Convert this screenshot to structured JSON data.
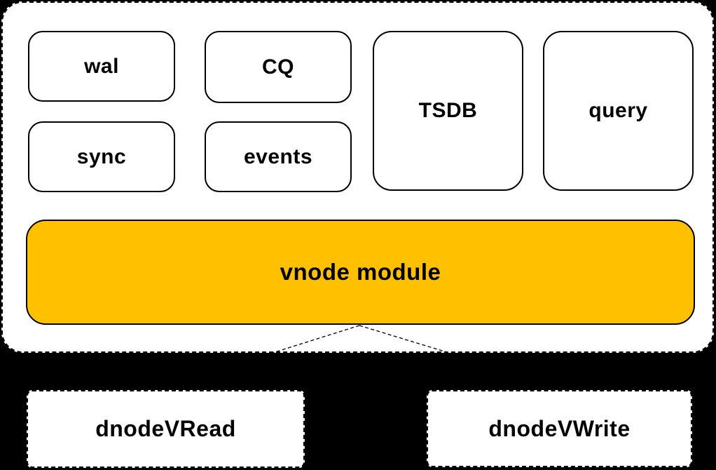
{
  "modules": [
    {
      "id": "wal",
      "label": "wal"
    },
    {
      "id": "cq",
      "label": "CQ"
    },
    {
      "id": "sync",
      "label": "sync"
    },
    {
      "id": "events",
      "label": "events"
    },
    {
      "id": "tsdb",
      "label": "TSDB"
    },
    {
      "id": "query",
      "label": "query"
    }
  ],
  "vnode": {
    "label": "vnode module",
    "fill": "#FFC000"
  },
  "dnodes": [
    {
      "id": "dnode-vread",
      "label": "dnodeVRead"
    },
    {
      "id": "dnode-vwrite",
      "label": "dnodeVWrite"
    }
  ],
  "colors": {
    "background": "#000000",
    "box_fill": "#FFFFFF",
    "stroke": "#000000",
    "vnode_fill": "#FFC000"
  }
}
